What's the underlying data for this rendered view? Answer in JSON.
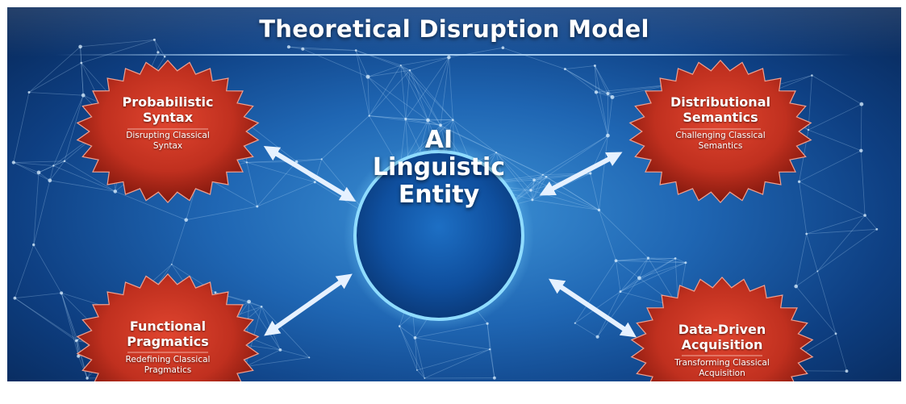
{
  "title": "Theoretical Disruption Model",
  "center": {
    "line1": "AI",
    "line2": "Linguistic",
    "line3": "Entity"
  },
  "nodes": {
    "top_left": {
      "name_line1": "Probabilistic",
      "name_line2": "Syntax",
      "desc_line1": "Disrupting Classical",
      "desc_line2": "Syntax"
    },
    "top_right": {
      "name_line1": "Distributional",
      "name_line2": "Semantics",
      "desc_line1": "Challenging Classical",
      "desc_line2": "Semantics"
    },
    "bottom_left": {
      "name_line1": "Functional",
      "name_line2": "Pragmatics",
      "desc_line1": "Redefining Classical",
      "desc_line2": "Pragmatics"
    },
    "bottom_right": {
      "name_line1": "Data-Driven",
      "name_line2": "Acquisition",
      "desc_line1": "Transforming Classical",
      "desc_line2": "Acquisition"
    }
  },
  "colors": {
    "background": "#1f66b3",
    "badge": "#c0301f",
    "badge_dark": "#7e160c",
    "arrow": "#e6f1ff",
    "core_glow": "#7fd4ff"
  }
}
